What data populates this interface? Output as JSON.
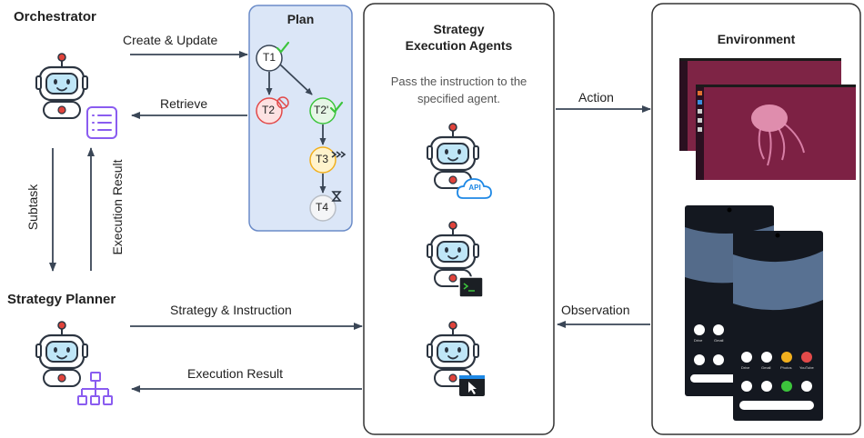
{
  "orchestrator": {
    "title": "Orchestrator"
  },
  "strategy_planner": {
    "title": "Strategy Planner"
  },
  "plan": {
    "title": "Plan",
    "tasks": [
      {
        "label": "T1",
        "status": "done"
      },
      {
        "label": "T2",
        "status": "failed"
      },
      {
        "label": "T2'",
        "status": "done"
      },
      {
        "label": "T3",
        "status": "in-progress"
      },
      {
        "label": "T4",
        "status": "pending"
      }
    ]
  },
  "agents": {
    "title_line1": "Strategy",
    "title_line2": "Execution Agents",
    "description_line1": "Pass the instruction to the",
    "description_line2": "specified agent.",
    "api_badge": "API"
  },
  "environment": {
    "title": "Environment"
  },
  "edges": {
    "create_update": "Create & Update",
    "retrieve": "Retrieve",
    "subtask": "Subtask",
    "execution_result_vertical": "Execution Result",
    "strategy_instruction": "Strategy & Instruction",
    "execution_result": "Execution Result",
    "action": "Action",
    "observation": "Observation"
  },
  "phone": {
    "apps_row1": [
      "Drive",
      "Gmail"
    ],
    "apps_row2": [
      "Drive",
      "Gmail",
      "Photos",
      "YouTube"
    ]
  },
  "colors": {
    "plan_bg": "#dbe6f7",
    "plan_border": "#6b8cc8",
    "arrow": "#3a4656",
    "done": "#3cc43c",
    "failed": "#e24a4a",
    "in_progress": "#f2b01e",
    "pending": "#9aa0a6",
    "robot_accent": "#e0433b",
    "purple": "#8a5cf0",
    "api_blue": "#1e88e5"
  }
}
